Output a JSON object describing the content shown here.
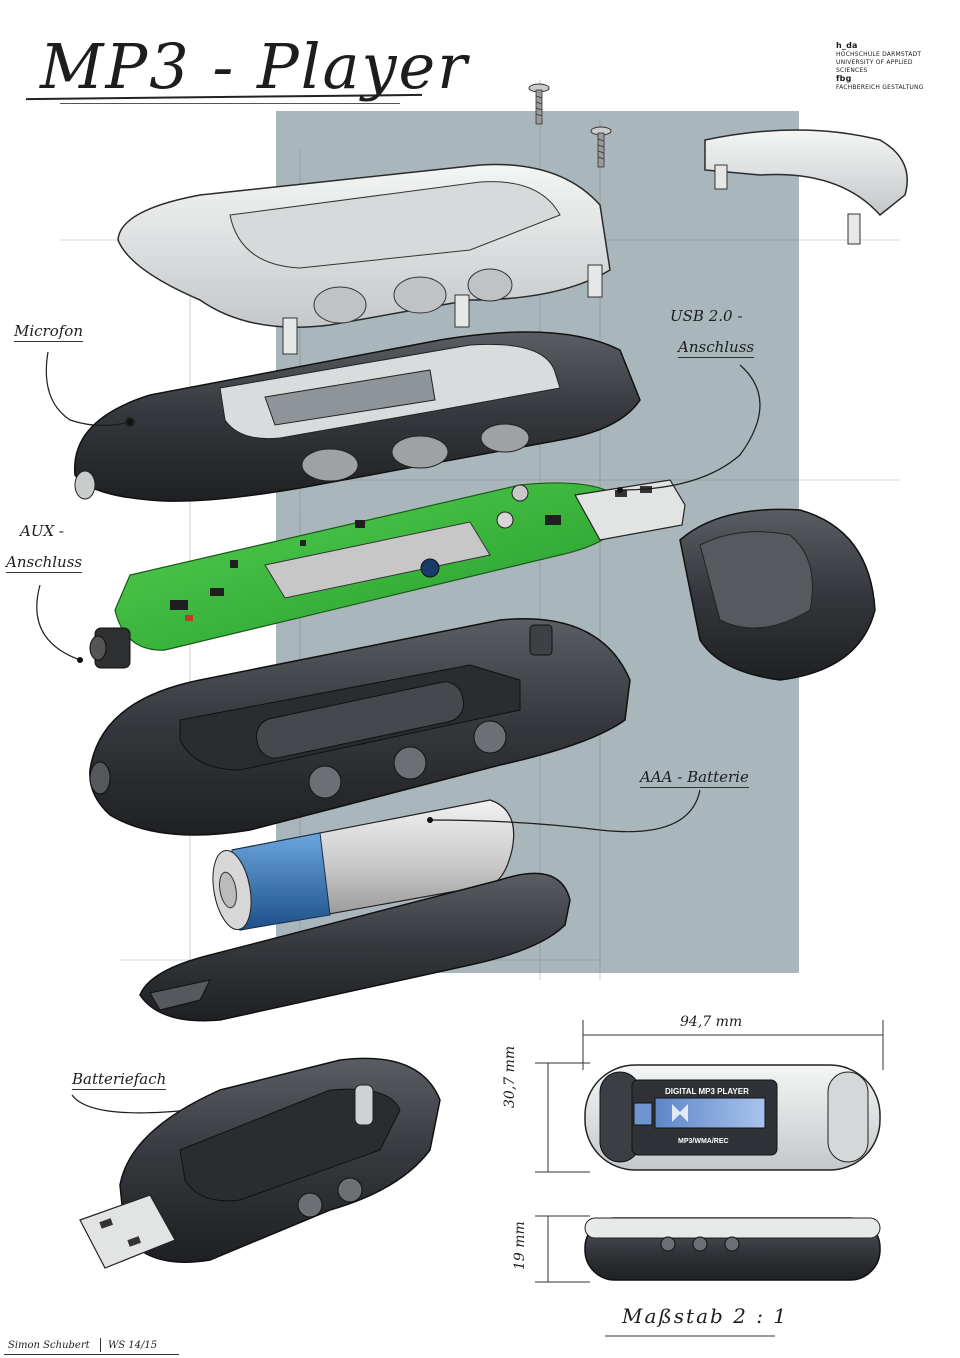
{
  "title": "MP3 - Player",
  "logo": {
    "line1": "h_da",
    "line2": "HOCHSCHULE DARMSTADT",
    "line3": "UNIVERSITY OF APPLIED SCIENCES",
    "line4": "fbg",
    "line5": "FACHBEREICH GESTALTUNG"
  },
  "labels": {
    "microfon": "Microfon",
    "usb_line1": "USB 2.0 -",
    "usb_line2": "Anschluss",
    "aux_line1": "AUX -",
    "aux_line2": "Anschluss",
    "battery": "AAA - Batterie",
    "battery_compartment": "Batteriefach"
  },
  "dimensions": {
    "width": "94,7 mm",
    "height": "30,7 mm",
    "depth": "19 mm"
  },
  "device_screen": {
    "top_text": "DIGITAL MP3 PLAYER",
    "bottom_text": "MP3/WMA/REC"
  },
  "scale": "Maßstab  2 : 1",
  "footer": {
    "author": "Simon Schubert",
    "semester": "WS 14/15"
  },
  "colors": {
    "panel": "#a9b6bb",
    "pcb": "#3dbb3f",
    "shell_dark": "#3b3e42",
    "shell_light": "#e8eaea",
    "battery_blue": "#2e6fb0"
  }
}
